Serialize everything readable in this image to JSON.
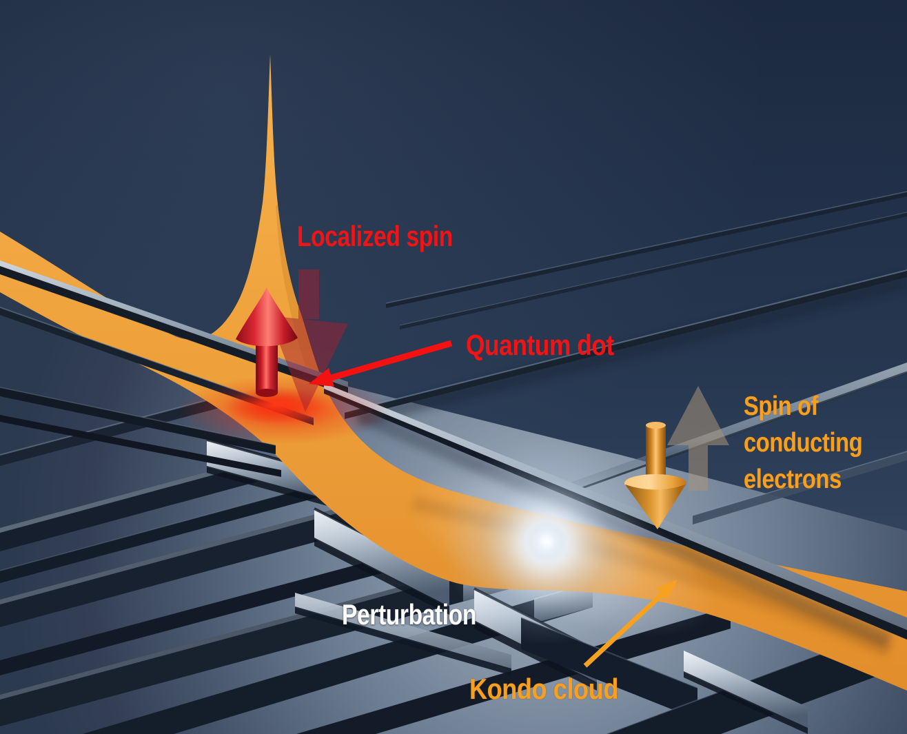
{
  "figure": {
    "labels": {
      "localized_spin": "Localized spin",
      "quantum_dot": "Quantum dot",
      "spin_line1": "Spin of",
      "spin_line2": "conducting",
      "spin_line3": "electrons",
      "perturbation": "Perturbation",
      "kondo_cloud": "Kondo cloud"
    },
    "colors": {
      "label_red": "#f21414",
      "label_orange": "#f7a01f",
      "label_white": "#ffffff",
      "kondo_cloud_orange": "#eda03b",
      "sky_navy": "#1d2a3f",
      "substrate_blue_gray": "#7f8fa3",
      "spin_arrow_red": "#d92732",
      "electron_arrow_orange": "#e89a2e"
    }
  }
}
